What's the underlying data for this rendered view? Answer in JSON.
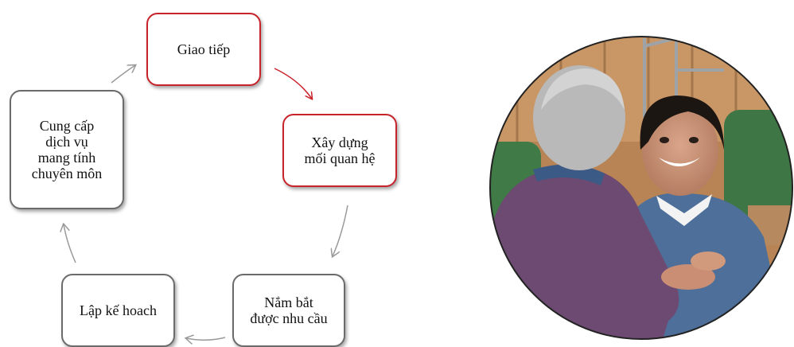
{
  "cycle": {
    "steps": [
      {
        "label": "Giao tiếp",
        "highlight": true
      },
      {
        "label": "Xây dựng\nmối quan hệ",
        "highlight": true
      },
      {
        "label": "Nắm bắt\nđược nhu cầu",
        "highlight": false
      },
      {
        "label": "Lập kế hoach",
        "highlight": false
      },
      {
        "label": "Cung cấp\ndịch vụ\nmang tính\nchuyên môn",
        "highlight": false
      }
    ],
    "colors": {
      "highlight": "#c8232a",
      "normal": "#6b6b6b",
      "arrow_gray": "#9a9a9a"
    }
  },
  "photo": {
    "description_icon": "caregiver-with-elderly-woman-photo"
  }
}
